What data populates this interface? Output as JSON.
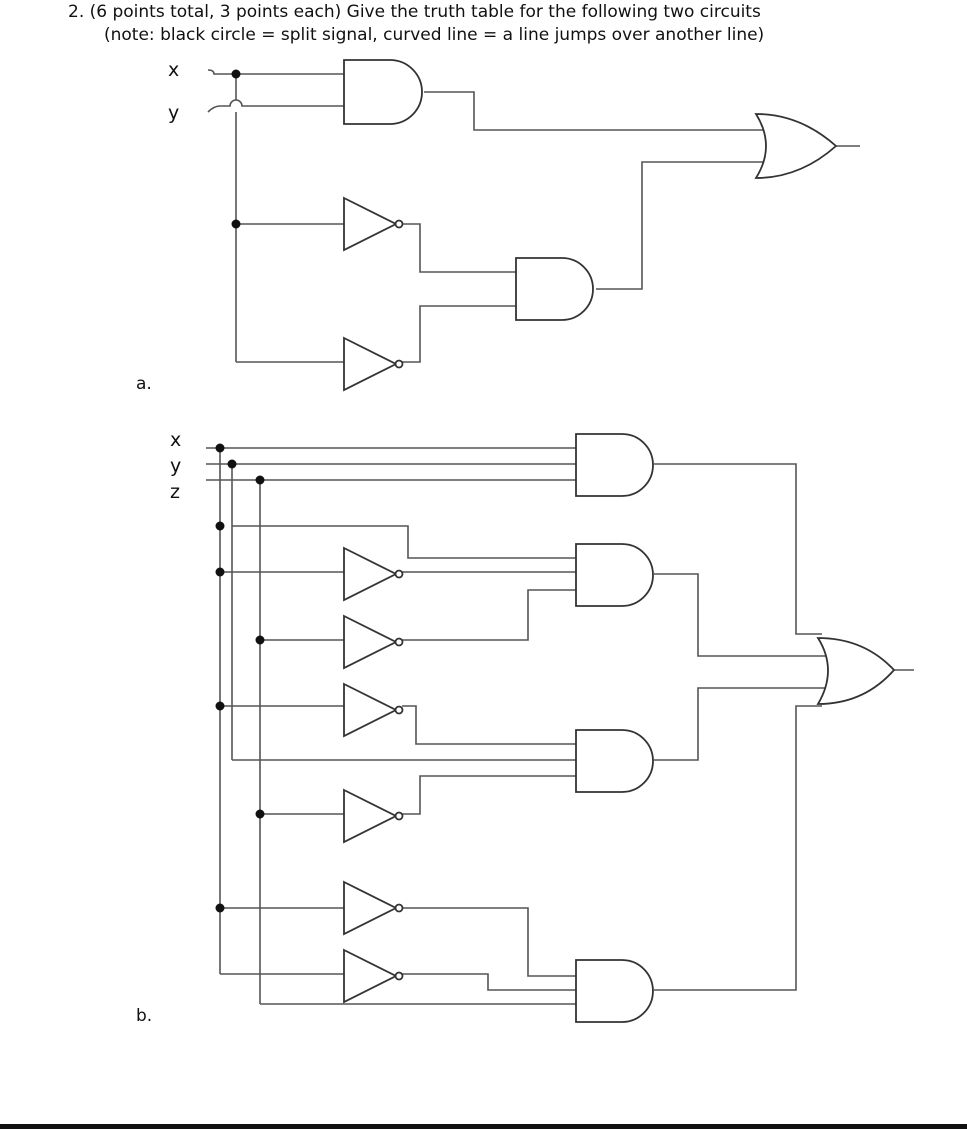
{
  "question": {
    "line1": "2.  (6 points total, 3 points each) Give the truth table for the following two circuits",
    "line2": "(note: black circle = split signal, curved line = a line jumps over another line)"
  },
  "circuit_a": {
    "part_label": "a.",
    "inputs": [
      "x",
      "y"
    ]
  },
  "circuit_b": {
    "part_label": "b.",
    "inputs": [
      "x",
      "y",
      "z"
    ]
  }
}
